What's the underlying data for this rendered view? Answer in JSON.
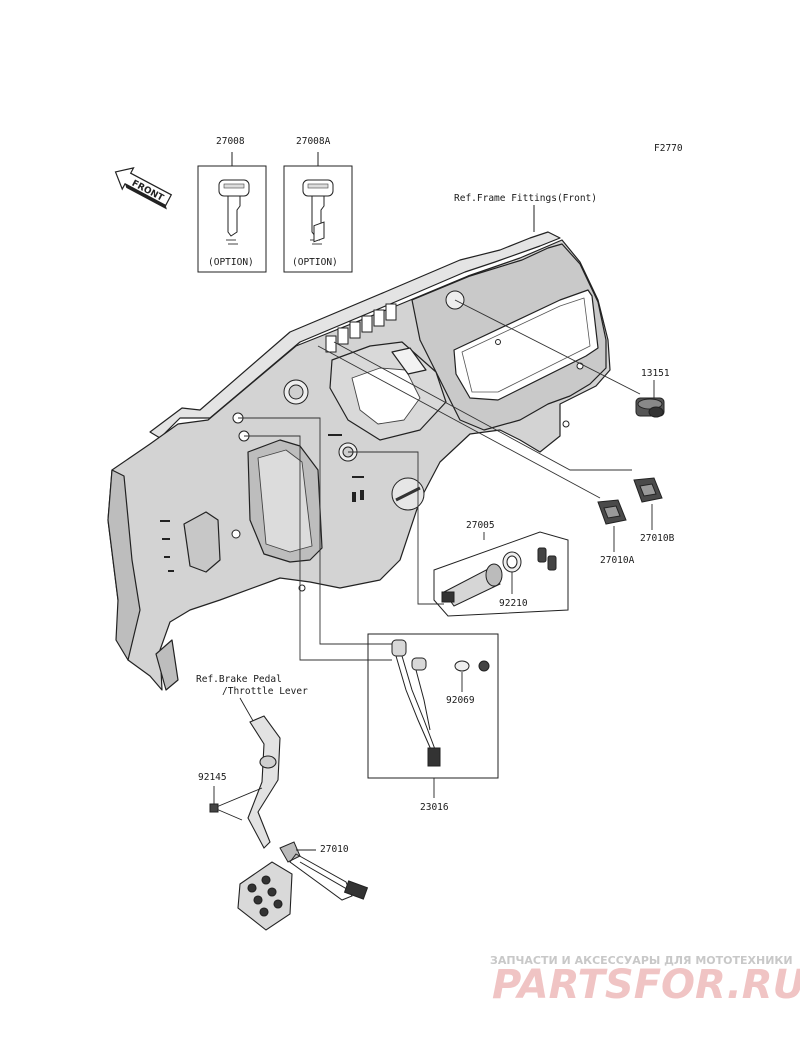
{
  "diagram": {
    "code": "F2770",
    "front_label": "FRONT",
    "ref_frame": "Ref.Frame Fittings(Front)",
    "ref_brake_line1": "Ref.Brake Pedal",
    "ref_brake_line2": "/Throttle Lever",
    "option_label": "(OPTION)",
    "parts": {
      "key_b": "27008",
      "key_a": "27008A",
      "socket": "13151",
      "switch_b": "27010B",
      "switch_a": "27010A",
      "ignition": "27005",
      "nut": "92210",
      "cap": "92069",
      "harness": "23016",
      "clip": "92145",
      "brake_switch": "27010"
    }
  },
  "watermark": {
    "line1": "ЗАПЧАСТИ И АКСЕССУАРЫ ДЛЯ МОТОТЕХНИКИ",
    "line2": "PARTSFOR.RU"
  }
}
